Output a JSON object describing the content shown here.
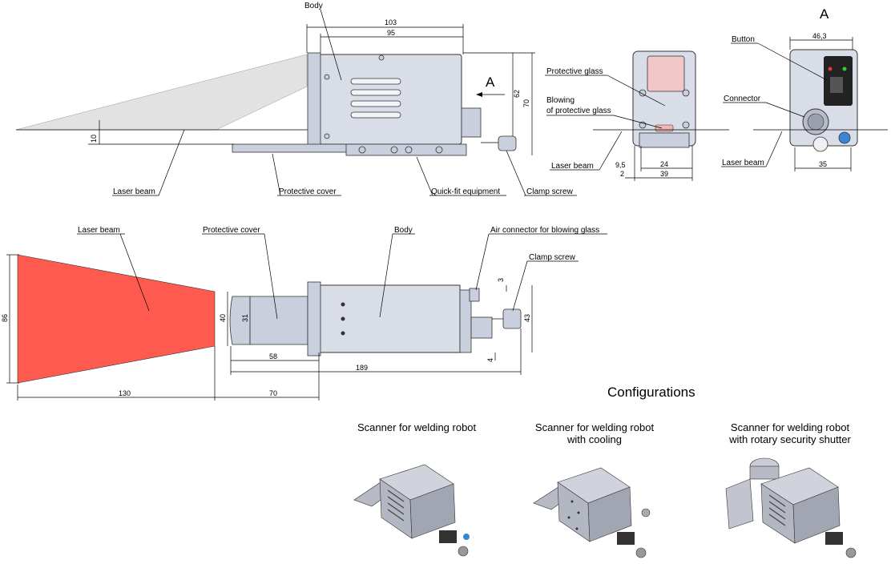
{
  "view_label": "A",
  "side_view": {
    "labels": {
      "body": "Body",
      "laser_beam": "Laser beam",
      "protective_cover": "Protective cover",
      "quick_fit": "Quick-fit equipment",
      "clamp_screw": "Clamp screw",
      "arrow_view": "A"
    },
    "dims": {
      "d103": "103",
      "d95": "95",
      "d62": "62",
      "d70": "70",
      "d10": "10"
    }
  },
  "front_view": {
    "labels": {
      "protective_glass": "Protective glass",
      "blowing_line1": "Blowing",
      "blowing_line2": "of protective glass",
      "laser_beam": "Laser beam"
    },
    "dims": {
      "d9_5": "9,5",
      "d2": "2",
      "d24": "24",
      "d39": "39"
    }
  },
  "back_view": {
    "labels": {
      "button": "Button",
      "connector": "Connector",
      "laser_beam": "Laser beam"
    },
    "dims": {
      "d46_3": "46,3",
      "d35": "35"
    }
  },
  "top_view": {
    "labels": {
      "laser_beam": "Laser beam",
      "protective_cover": "Protective cover",
      "body": "Body",
      "air_connector": "Air connector for blowing glass",
      "clamp_screw": "Clamp screw"
    },
    "dims": {
      "d86": "86",
      "d40": "40",
      "d31": "31",
      "d58": "58",
      "d189": "189",
      "d130": "130",
      "d70": "70",
      "d3": "3",
      "d43": "43",
      "d4": "4"
    }
  },
  "configurations": {
    "title": "Configurations",
    "items": [
      {
        "line1": "Scanner for welding robot",
        "line2": ""
      },
      {
        "line1": "Scanner for welding robot",
        "line2": "with cooling"
      },
      {
        "line1": "Scanner for welding robot",
        "line2": "with rotary security shutter"
      }
    ]
  },
  "colors": {
    "laser_red": "#ff5a50",
    "body": "#d9dde8",
    "beam_grey": "#d8d8d8"
  }
}
